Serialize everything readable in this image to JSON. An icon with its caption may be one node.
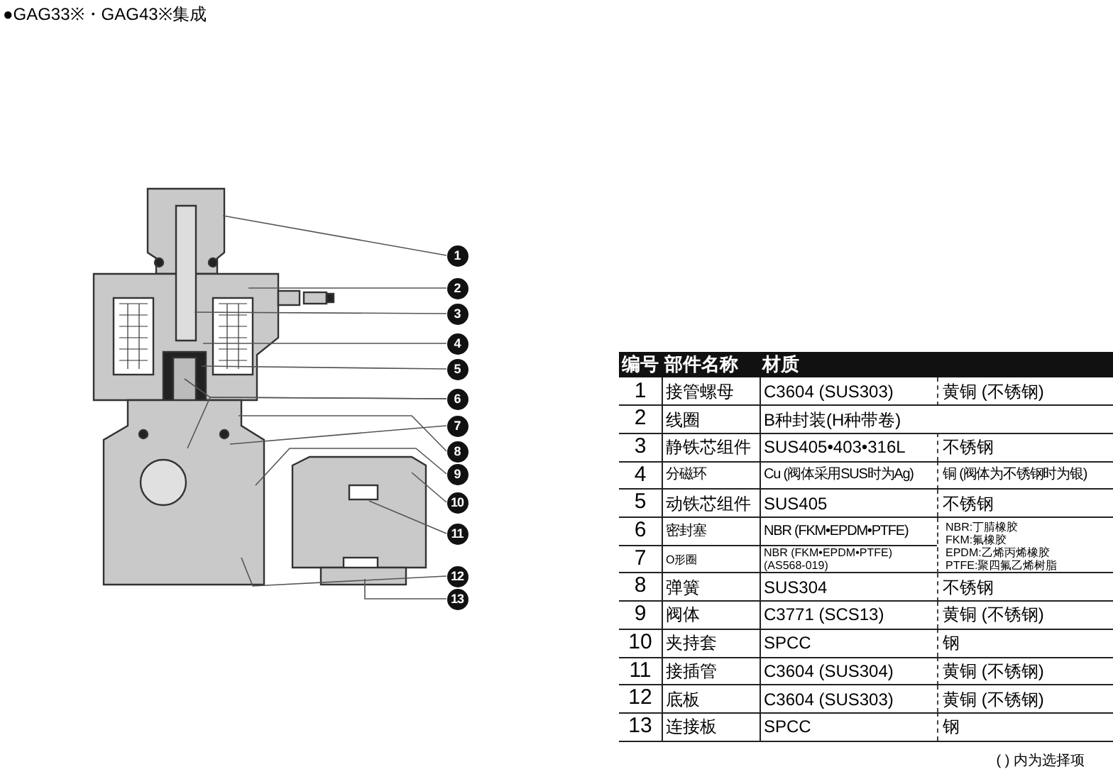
{
  "diagram": {
    "title": "●GAG33※・GAG43※集成",
    "nodes": [
      {
        "text": [
          "1"
        ]
      },
      {
        "text": [
          "2"
        ]
      },
      {
        "text": [
          "3"
        ]
      },
      {
        "text": [
          "4"
        ]
      },
      {
        "text": [
          "5"
        ]
      },
      {
        "text": [
          "6"
        ]
      },
      {
        "text": [
          "7"
        ]
      },
      {
        "text": [
          "8"
        ]
      },
      {
        "text": [
          "9"
        ]
      },
      {
        "text": [
          "10"
        ]
      },
      {
        "text": [
          "11"
        ]
      },
      {
        "text": [
          "12"
        ]
      },
      {
        "text": [
          "13"
        ]
      }
    ],
    "edges": [
      {
        "from": 0,
        "to": null,
        "arrow": "none"
      },
      {
        "from": 1,
        "to": null,
        "arrow": "none"
      },
      {
        "from": 2,
        "to": null,
        "arrow": "none"
      },
      {
        "from": 3,
        "to": null,
        "arrow": "none"
      },
      {
        "from": 4,
        "to": null,
        "arrow": "none"
      },
      {
        "from": 5,
        "to": null,
        "arrow": "none"
      },
      {
        "from": 5,
        "to": null,
        "arrow": "none"
      },
      {
        "from": 6,
        "to": null,
        "arrow": "none"
      },
      {
        "from": 7,
        "to": null,
        "arrow": "none"
      },
      {
        "from": 8,
        "to": null,
        "arrow": "none"
      },
      {
        "from": 9,
        "to": null,
        "arrow": "none"
      },
      {
        "from": 10,
        "to": null,
        "arrow": "none"
      },
      {
        "from": 11,
        "to": null,
        "arrow": "none"
      },
      {
        "from": 12,
        "to": null,
        "arrow": "none"
      }
    ],
    "labels": [
      "编号",
      "部件名称",
      "材质",
      "1",
      "接管螺母",
      "C3604 (SUS303)",
      "黄铜 (不锈钢)",
      "2",
      "线圈",
      "B种封装(H种带卷)",
      "3",
      "静铁芯组件",
      "SUS405•403•316L",
      "不锈钢",
      "4",
      "分磁环",
      "Cu (阀体采用SUS时为Ag)",
      "铜 (阀体为不锈钢时为银)",
      "5",
      "动铁芯组件",
      "SUS405",
      "不锈钢",
      "6",
      "密封塞",
      "NBR (FKM•EPDM•PTFE)",
      "NBR:丁腈橡胶",
      "FKM:氟橡胶",
      "EPDM:乙烯丙烯橡胶",
      "PTFE:聚四氟乙烯树脂",
      "7",
      "O形圈",
      "NBR (FKM•EPDM•PTFE) (AS568-019)",
      "8",
      "弹簧",
      "SUS304",
      "不锈钢",
      "9",
      "阀体",
      "C3771 (SCS13)",
      "黄铜 (不锈钢)",
      "10",
      "夹持套",
      "SPCC",
      "钢",
      "11",
      "接插管",
      "C3604 (SUS304)",
      "黄铜 (不锈钢)",
      "12",
      "底板",
      "C3604 (SUS303)",
      "黄铜 (不锈钢)",
      "13",
      "连接板",
      "SPCC",
      "钢",
      "( ) 内为选择项"
    ]
  }
}
